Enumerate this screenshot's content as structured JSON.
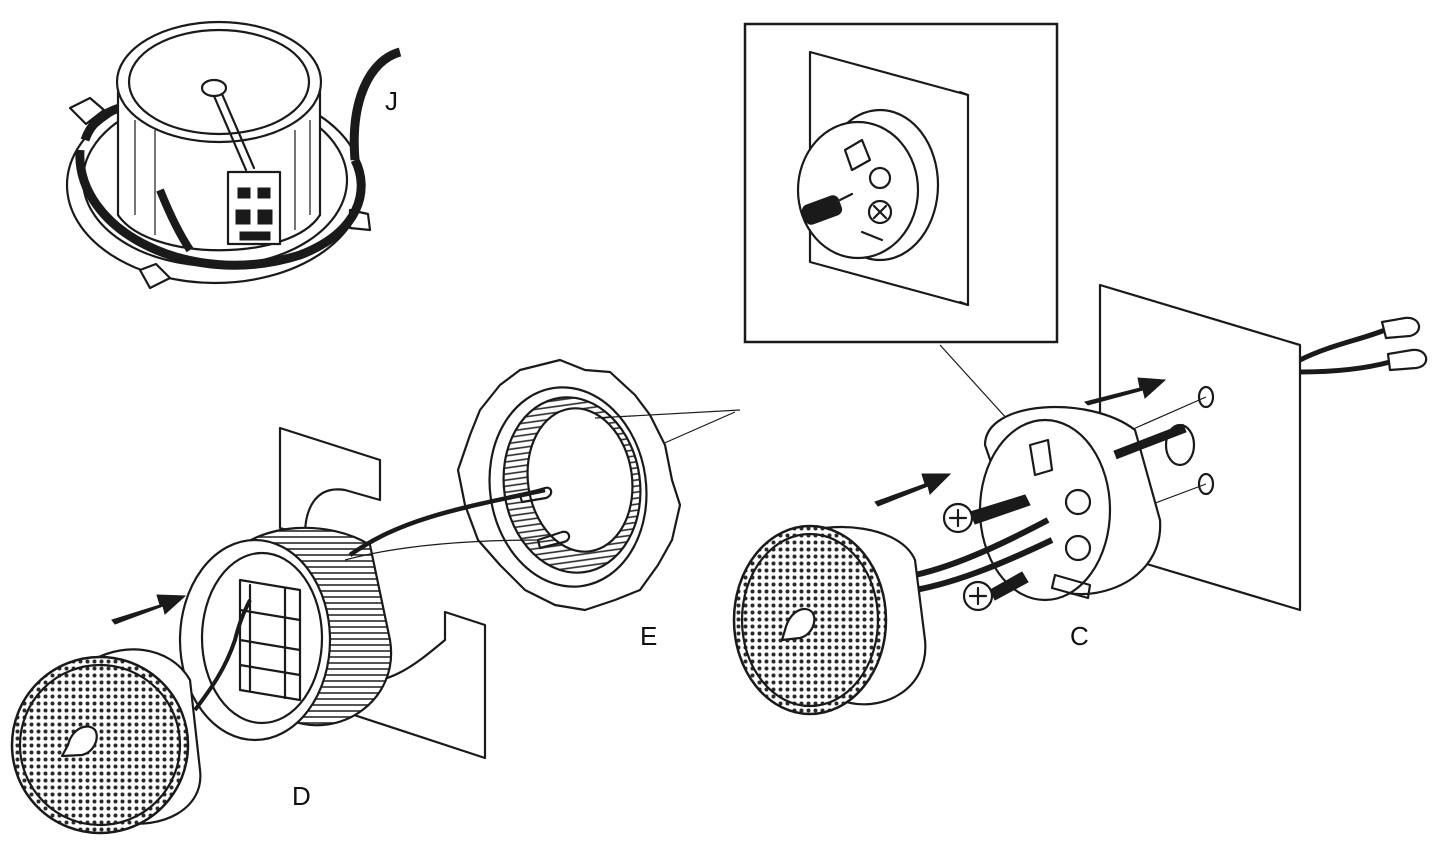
{
  "labels": {
    "j": "J",
    "e": "E",
    "d": "D",
    "c": "C"
  },
  "colors": {
    "ink": "#1a1a1a",
    "paper": "#ffffff"
  },
  "icons": [
    "arrow-right-icon",
    "screw-icon",
    "wire-terminal-icon"
  ]
}
